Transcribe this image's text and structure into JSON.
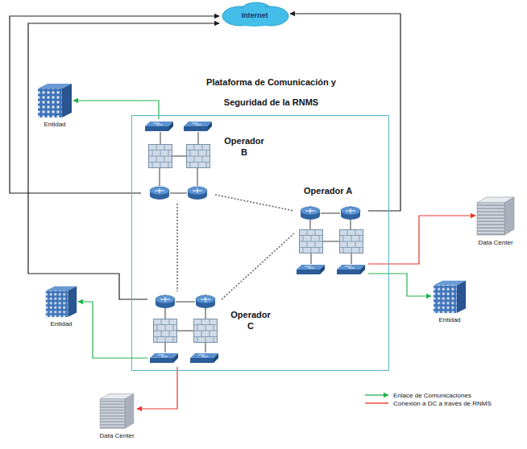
{
  "diagram": {
    "nodes": [
      {
        "text": [
          "Internet"
        ]
      },
      {
        "text": [
          "Plataforma de Comunicación y Seguridad de la RNMS"
        ]
      },
      {
        "text": [
          "Operador B"
        ],
        "in": 1
      },
      {
        "text": [
          "Operador A"
        ],
        "in": 1
      },
      {
        "text": [
          "Operador C"
        ],
        "in": 1
      },
      {
        "text": [
          "Entidad"
        ]
      },
      {
        "text": [
          "Entidad"
        ]
      },
      {
        "text": [
          "Entidad"
        ]
      },
      {
        "text": [
          "Data Center"
        ]
      },
      {
        "text": [
          "Data Center"
        ]
      }
    ],
    "edges": [
      {
        "from": 2,
        "to": 5,
        "arrow": "to"
      },
      {
        "from": 3,
        "to": 7,
        "arrow": "to"
      },
      {
        "from": 4,
        "to": 6,
        "arrow": "to"
      },
      {
        "from": 3,
        "to": 8,
        "arrow": "to"
      },
      {
        "from": 4,
        "to": 9,
        "arrow": "to"
      },
      {
        "from": 2,
        "to": 0,
        "arrow": "to"
      },
      {
        "from": 4,
        "to": 0,
        "arrow": "to"
      },
      {
        "from": 3,
        "to": 0,
        "arrow": "to"
      },
      {
        "from": 2,
        "to": 3,
        "arrow": "none"
      },
      {
        "from": 2,
        "to": 4,
        "arrow": "none"
      },
      {
        "from": 4,
        "to": 3,
        "arrow": "none"
      }
    ],
    "legend": [
      {
        "text": "Enlace de Comunicaciones"
      },
      {
        "text": "Conexión a DC a través de RNMS"
      }
    ]
  }
}
